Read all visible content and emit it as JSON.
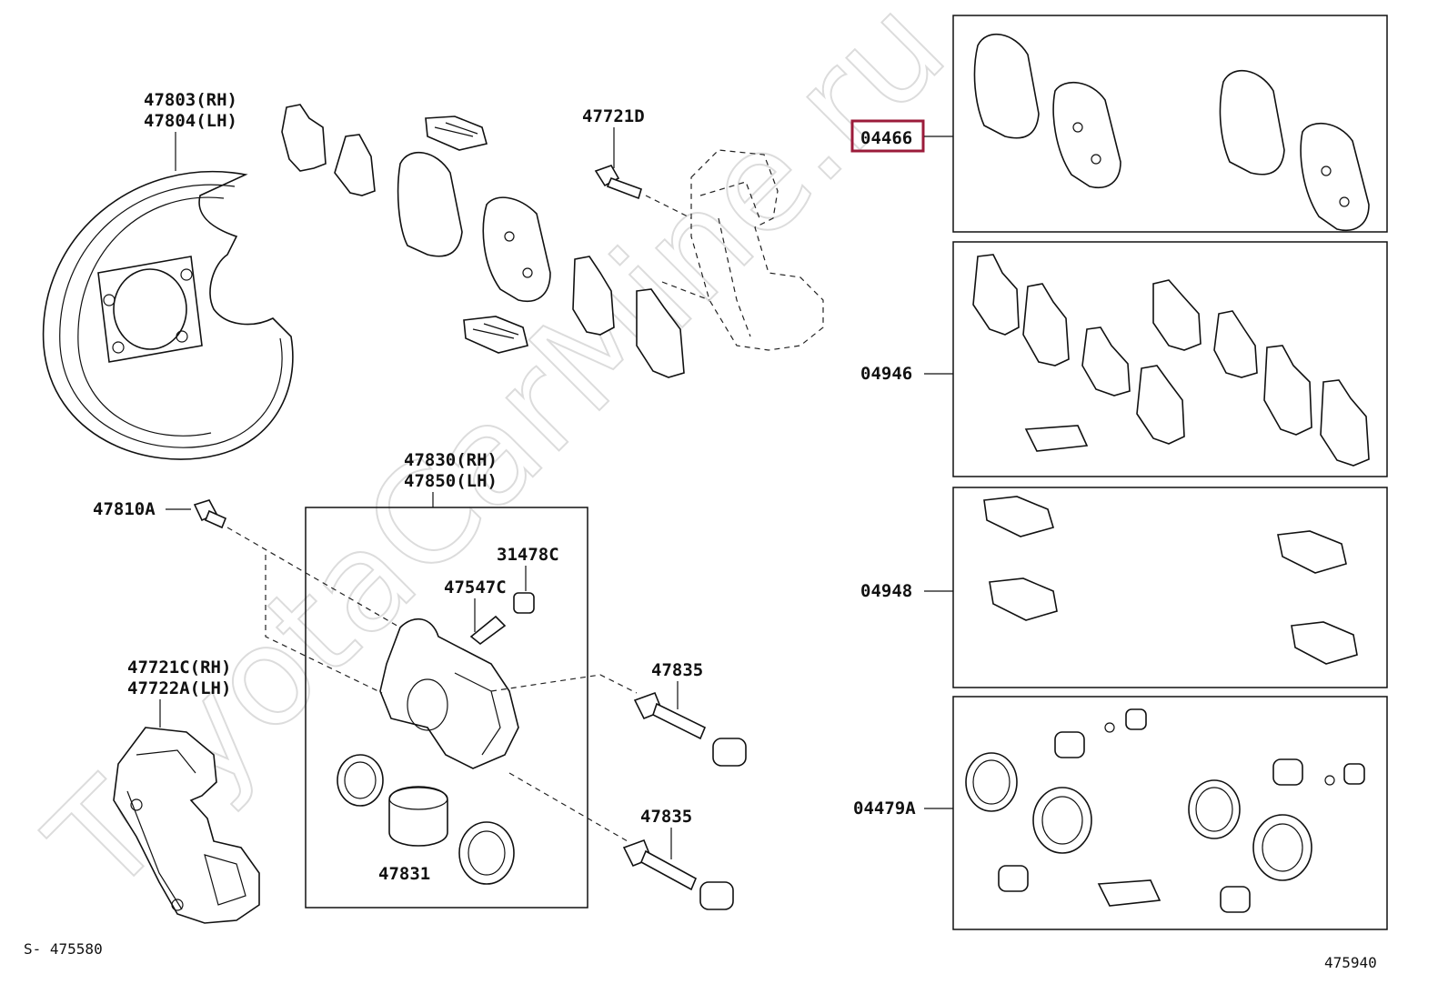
{
  "watermark": "ToyotaCarMine.ru",
  "labels": {
    "p47803": "47803(RH)",
    "p47804": "47804(LH)",
    "p47721d": "47721D",
    "p04466": "04466",
    "p04946": "04946",
    "p04948": "04948",
    "p04479a": "04479A",
    "p47830": "47830(RH)",
    "p47850": "47850(LH)",
    "p47810a": "47810A",
    "p31478c": "31478C",
    "p47547c": "47547C",
    "p47721c": "47721C(RH)",
    "p47722a": "47722A(LH)",
    "p47835a": "47835",
    "p47835b": "47835",
    "p47831": "47831"
  },
  "footer": {
    "left_code": "S- 475580",
    "right_code": "475940"
  },
  "highlight_color": "#9b1b3a"
}
